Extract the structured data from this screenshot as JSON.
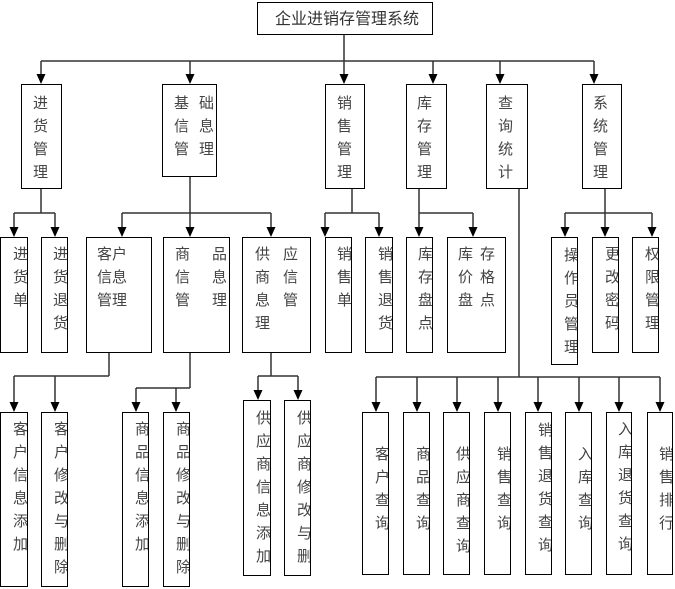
{
  "title": "企业进销存管理系统",
  "modules": [
    {
      "label": "进货管理",
      "children": [
        {
          "label": "进货单"
        },
        {
          "label": "进货退货"
        }
      ]
    },
    {
      "label": "基础信息管理",
      "children": [
        {
          "label": "客户信息管理",
          "children": [
            {
              "label": "客户信息添加"
            },
            {
              "label": "客户修改与删除"
            }
          ]
        },
        {
          "label": "商品信息管理",
          "children": [
            {
              "label": "商品信息添加"
            },
            {
              "label": "商品修改与删除"
            }
          ]
        },
        {
          "label": "供应商信息管理",
          "children": [
            {
              "label": "供应商信息添加"
            },
            {
              "label": "供应商修改与删"
            }
          ]
        }
      ]
    },
    {
      "label": "销售管理",
      "children": [
        {
          "label": "销售单"
        },
        {
          "label": "销售退货"
        }
      ]
    },
    {
      "label": "库存管理",
      "children": [
        {
          "label": "库存盘点"
        },
        {
          "label": "库存价格盘点"
        }
      ]
    },
    {
      "label": "查询统计",
      "children": [
        {
          "label": "客户查询"
        },
        {
          "label": "商品查询"
        },
        {
          "label": "供应商查询"
        },
        {
          "label": "销售查询"
        },
        {
          "label": "销售退货查询"
        },
        {
          "label": "入库查询"
        },
        {
          "label": "入库退货查询"
        },
        {
          "label": "销售排行"
        }
      ]
    },
    {
      "label": "系统管理",
      "children": [
        {
          "label": "操作员管理"
        },
        {
          "label": "更改密码"
        },
        {
          "label": "权限管理"
        }
      ]
    }
  ]
}
